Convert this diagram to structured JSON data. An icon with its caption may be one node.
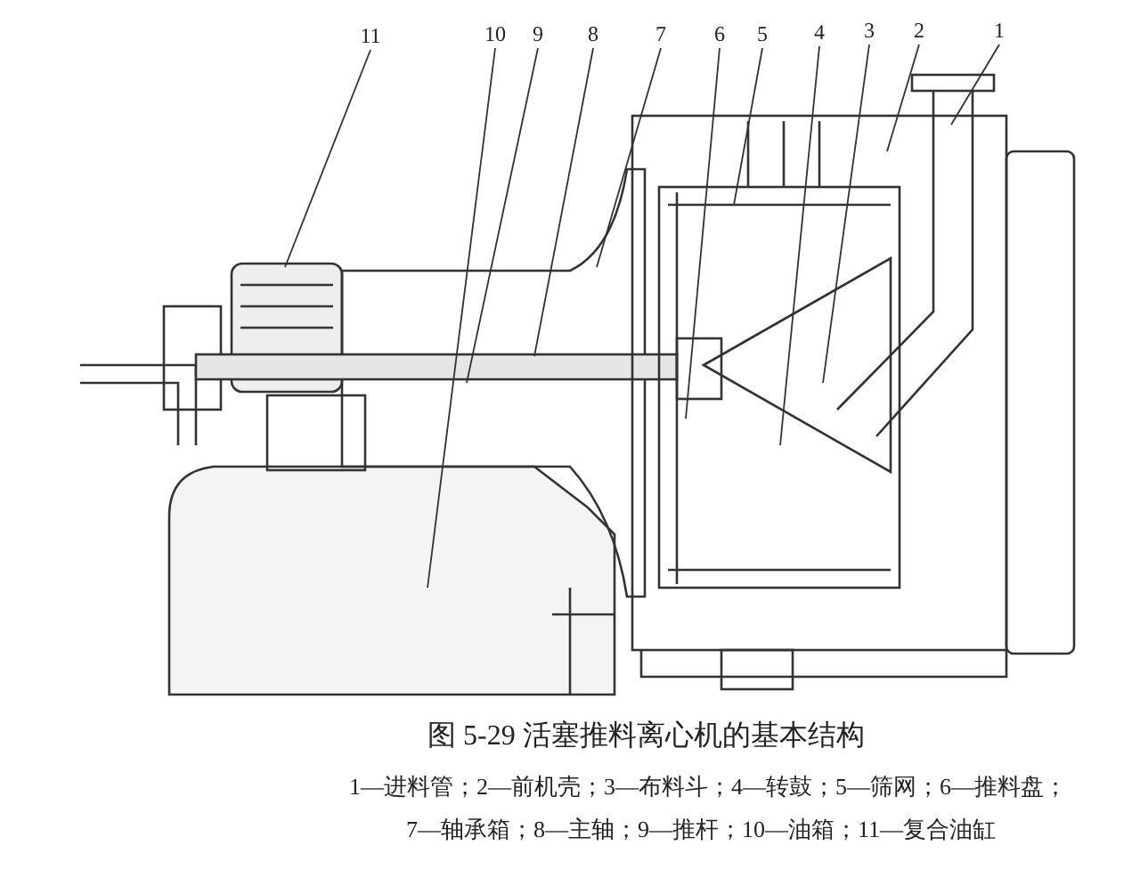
{
  "diagram": {
    "title": "图 5-29 活塞推料离心机的基本结构",
    "nodes": [
      {
        "text": [
          "11"
        ]
      },
      {
        "text": [
          "10"
        ]
      },
      {
        "text": [
          "9"
        ]
      },
      {
        "text": [
          "8"
        ]
      },
      {
        "text": [
          "7"
        ]
      },
      {
        "text": [
          "6"
        ]
      },
      {
        "text": [
          "5"
        ]
      },
      {
        "text": [
          "4"
        ]
      },
      {
        "text": [
          "3"
        ]
      },
      {
        "text": [
          "2"
        ]
      },
      {
        "text": [
          "1"
        ]
      }
    ],
    "edges": [
      {
        "from": 0,
        "to": null,
        "arrow": "none"
      },
      {
        "from": 1,
        "to": null,
        "arrow": "none"
      },
      {
        "from": 2,
        "to": null,
        "arrow": "none"
      },
      {
        "from": 3,
        "to": null,
        "arrow": "none"
      },
      {
        "from": 4,
        "to": null,
        "arrow": "none"
      },
      {
        "from": 5,
        "to": null,
        "arrow": "none"
      },
      {
        "from": 6,
        "to": null,
        "arrow": "none"
      },
      {
        "from": 7,
        "to": null,
        "arrow": "none"
      },
      {
        "from": 8,
        "to": null,
        "arrow": "none"
      },
      {
        "from": 9,
        "to": null,
        "arrow": "none"
      },
      {
        "from": 10,
        "to": null,
        "arrow": "none"
      }
    ],
    "labels": [
      "1—进料管；2—前机壳；3—布料斗；4—转鼓；5—筛网；6—推料盘；",
      "7—轴承箱；8—主轴；9—推杆；10—油箱；11—复合油缸"
    ]
  }
}
